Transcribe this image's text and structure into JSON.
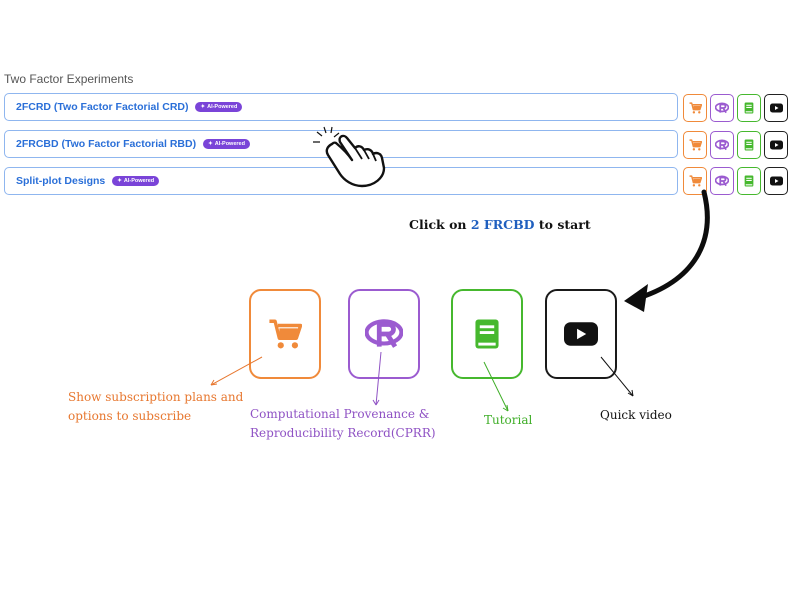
{
  "section_title": "Two Factor Experiments",
  "rows": [
    {
      "label": "2FCRD (Two Factor Factorial CRD)",
      "badge": "AI-Powered"
    },
    {
      "label": "2FRCBD (Two Factor Factorial RBD)",
      "badge": "AI-Powered"
    },
    {
      "label": "Split-plot Designs",
      "badge": "AI-Powered"
    }
  ],
  "instruction": {
    "prefix": "Click on ",
    "highlight": "2 FRCBD",
    "suffix": " to start"
  },
  "captions": {
    "cart": "Show subscription plans and options to subscribe",
    "cprr": "Computational Provenance & Reproducibility Record(CPRR)",
    "tutorial": "Tutorial",
    "video": "Quick video"
  },
  "icons": {
    "cart": "shopping-cart-icon",
    "cprr": "r-logo-icon",
    "tutorial": "book-icon",
    "video": "youtube-play-icon",
    "pointer": "hand-pointer-icon"
  },
  "colors": {
    "cart": "#f08a3a",
    "cprr": "#9b5bd0",
    "tutorial": "#46b82e",
    "video": "#1a1a1a",
    "row_label": "#2a6fd8",
    "badge": "#7a44d8",
    "highlight": "#1f5fbf"
  }
}
